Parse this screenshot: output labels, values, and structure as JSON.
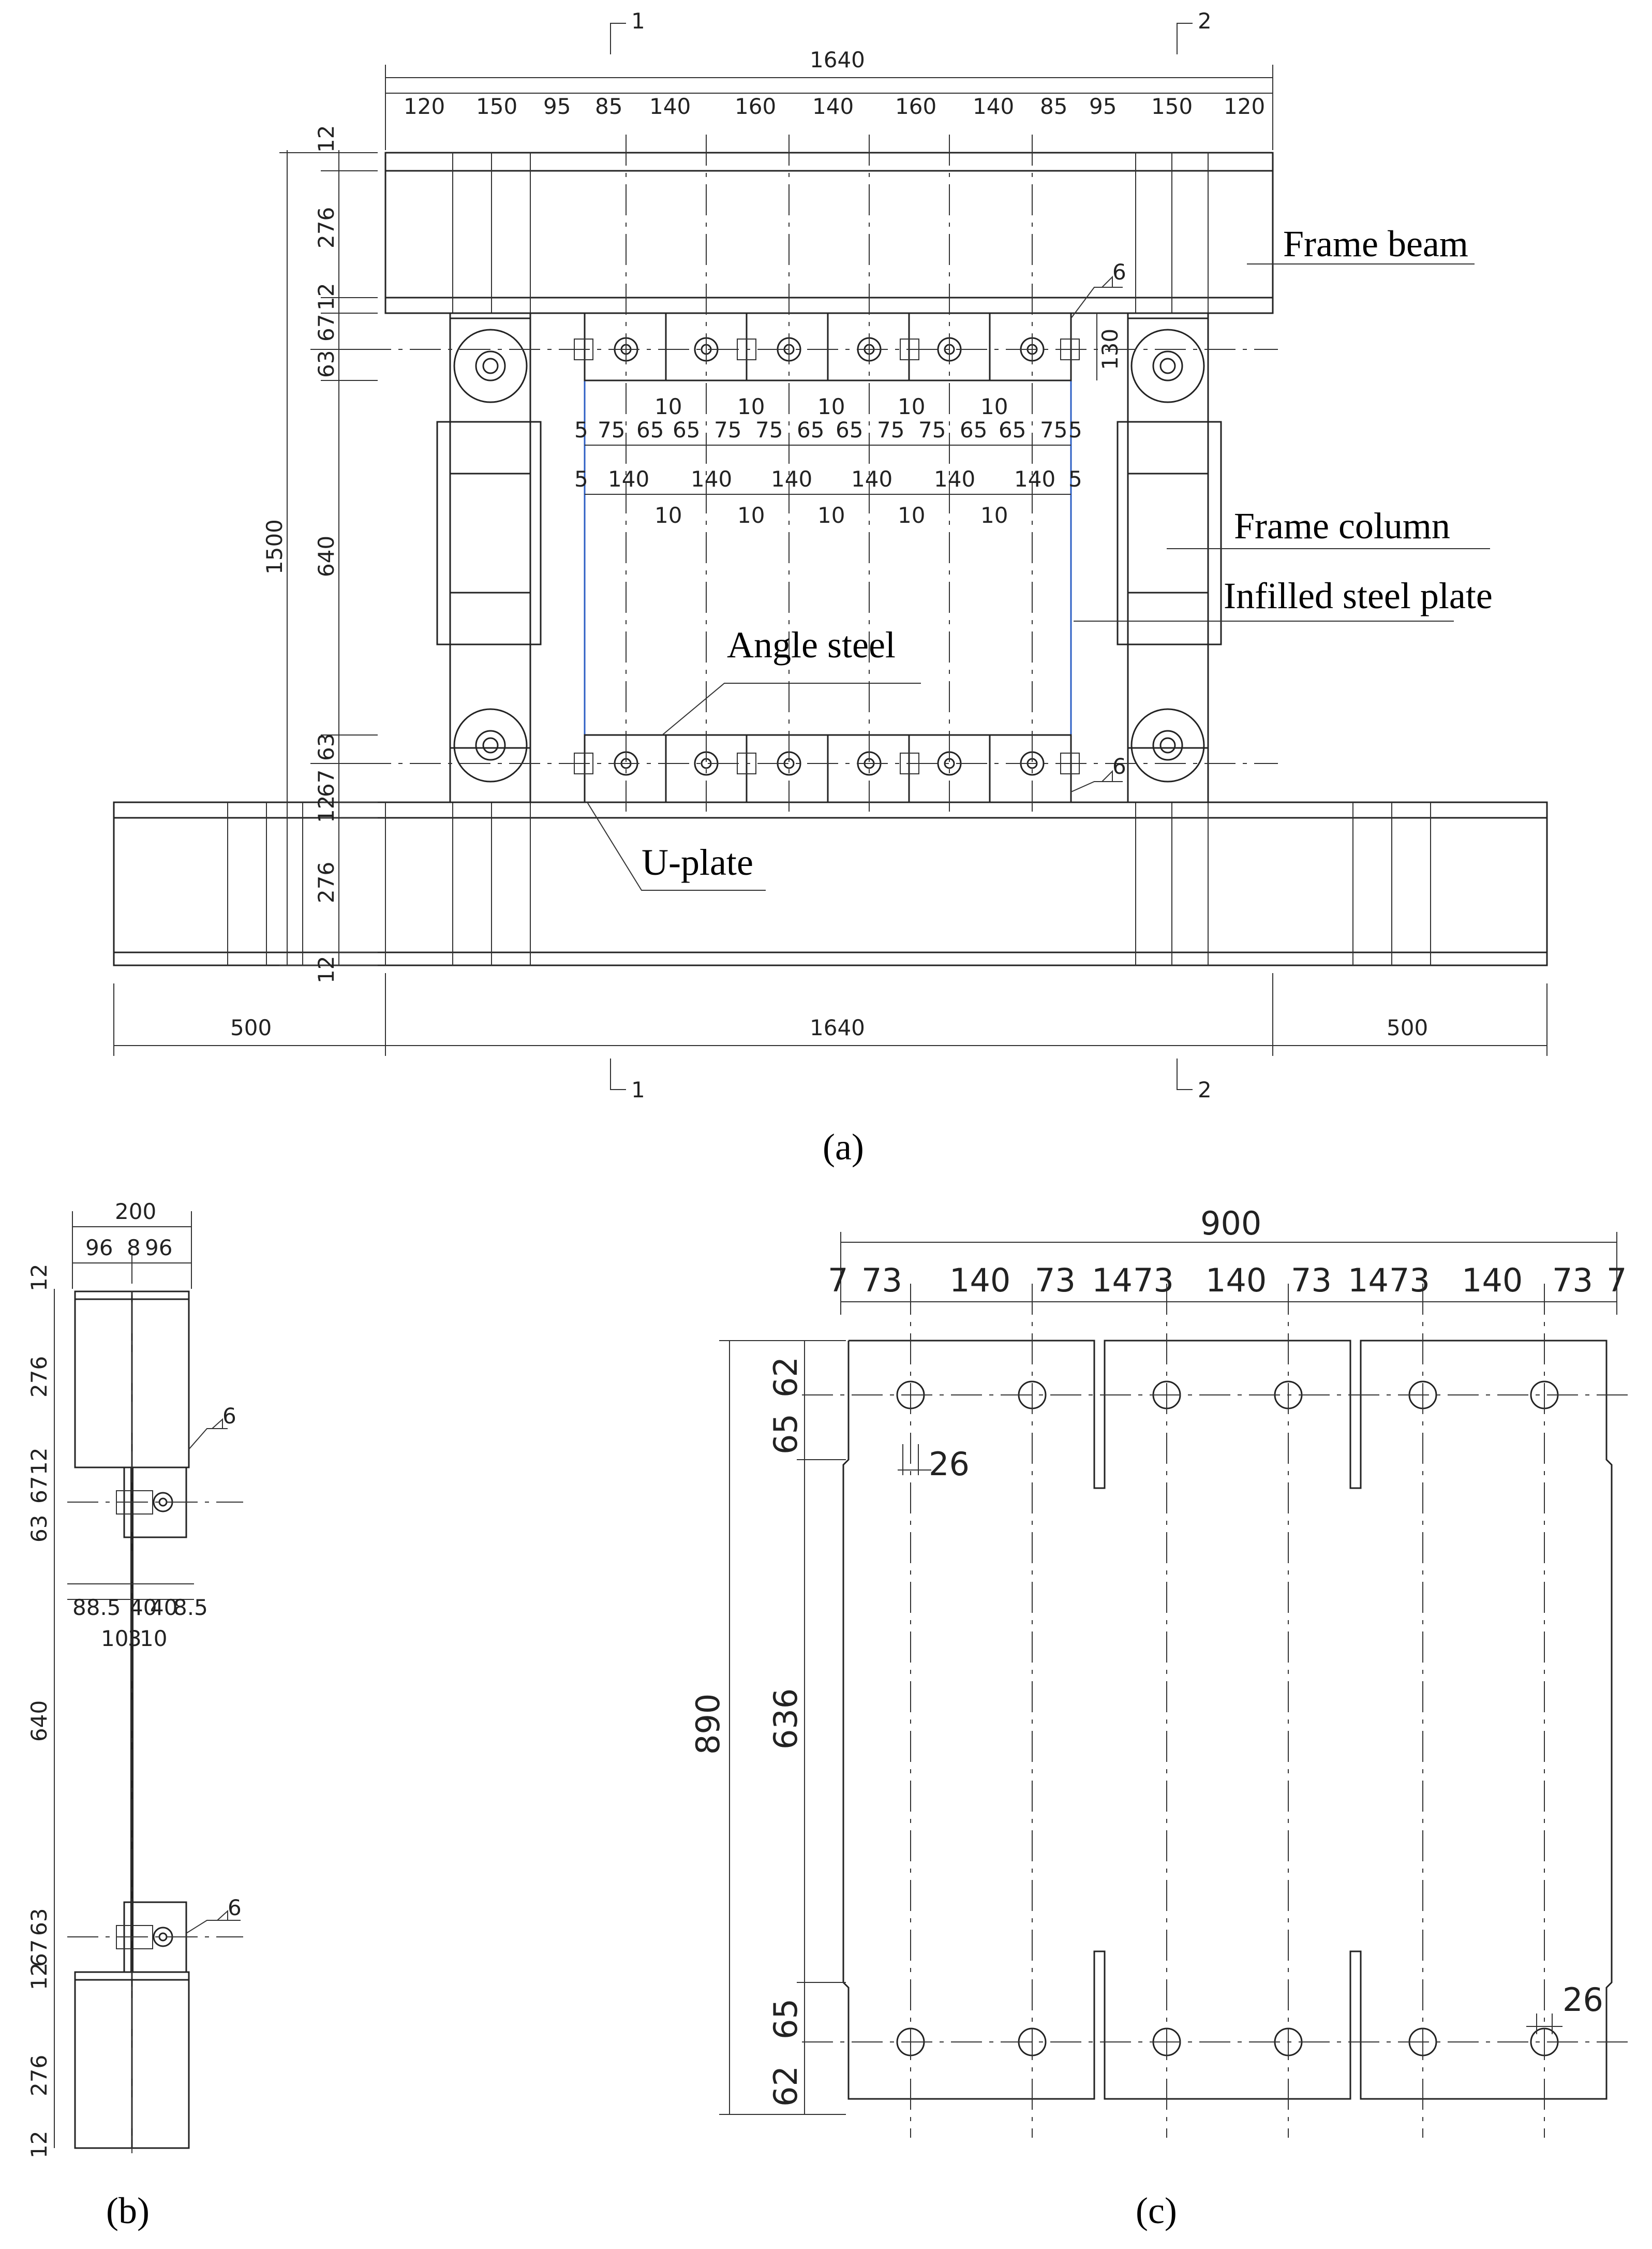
{
  "panel_a": {
    "caption": "(a)",
    "labels": {
      "frame_beam": "Frame beam",
      "frame_column": "Frame column",
      "infilled_plate": "Infilled steel plate",
      "angle_steel": "Angle steel",
      "u_plate": "U-plate"
    },
    "section_marks": [
      "1",
      "2"
    ],
    "weld_size": "6",
    "overall_width": "1640",
    "top_dims": [
      "120",
      "150",
      "95",
      "85",
      "140",
      "160",
      "140",
      "160",
      "140",
      "85",
      "95",
      "150",
      "120"
    ],
    "row_dims_1": [
      "5",
      "75",
      "65",
      "65",
      "75",
      "75",
      "65",
      "65",
      "75",
      "75",
      "65",
      "65",
      "75",
      "5"
    ],
    "row_dims_2": [
      "5",
      "140",
      "140",
      "140",
      "140",
      "140",
      "140",
      "5"
    ],
    "tens": "10",
    "left_dims": [
      "12",
      "276",
      "12",
      "67",
      "63",
      "640",
      "63",
      "67",
      "12",
      "276",
      "12"
    ],
    "height": "1500",
    "right_dim": "130",
    "bottom_dims": [
      "500",
      "1640",
      "500"
    ]
  },
  "panel_b": {
    "caption": "(b)",
    "width": "200",
    "top_dims": [
      "96",
      "8",
      "96"
    ],
    "left_dims": [
      "12",
      "276",
      "12",
      "67",
      "63",
      "640",
      "63",
      "67",
      "12",
      "276",
      "12"
    ],
    "mid_dims": [
      "88.5",
      "40",
      "40",
      "8.5"
    ],
    "mid_dims_2": [
      "10",
      "3",
      "10"
    ],
    "weld_size": "6"
  },
  "panel_c": {
    "caption": "(c)",
    "overall_width": "900",
    "top_dims": [
      "7",
      "73",
      "140",
      "73",
      "14",
      "73",
      "140",
      "73",
      "14",
      "73",
      "140",
      "73",
      "7"
    ],
    "height": "890",
    "left_dims": [
      "62",
      "65",
      "636",
      "65",
      "62"
    ],
    "hole": "26"
  }
}
